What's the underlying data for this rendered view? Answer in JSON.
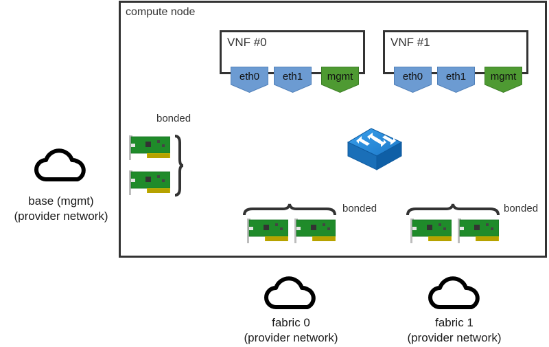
{
  "compute_node": {
    "label": "compute node"
  },
  "vnfs": [
    {
      "label": "VNF #0",
      "interfaces": [
        {
          "label": "eth0",
          "type": "data"
        },
        {
          "label": "eth1",
          "type": "data"
        },
        {
          "label": "mgmt",
          "type": "mgmt"
        }
      ]
    },
    {
      "label": "VNF #1",
      "interfaces": [
        {
          "label": "eth0",
          "type": "data"
        },
        {
          "label": "eth1",
          "type": "data"
        },
        {
          "label": "mgmt",
          "type": "mgmt"
        }
      ]
    }
  ],
  "bond_groups": [
    {
      "label": "bonded",
      "nic_count": 2,
      "orientation": "vertical"
    },
    {
      "label": "bonded",
      "nic_count": 2,
      "orientation": "horizontal"
    },
    {
      "label": "bonded",
      "nic_count": 2,
      "orientation": "horizontal"
    }
  ],
  "switch": {
    "icon": "network-switch-icon"
  },
  "clouds": [
    {
      "line1": "base (mgmt)",
      "line2": "(provider network)",
      "icon": "cloud-icon"
    },
    {
      "line1": "fabric 0",
      "line2": "(provider network)",
      "icon": "cloud-icon"
    },
    {
      "line1": "fabric 1",
      "line2": "(provider network)",
      "icon": "cloud-icon"
    }
  ],
  "colors": {
    "data_interface": "#6c9bd2",
    "data_interface_border": "#4f7fb8",
    "mgmt_interface": "#4e9a32",
    "mgmt_interface_border": "#3b7d24",
    "nic_board": "#1f8b2a",
    "nic_connector": "#c9b400",
    "switch": "#1a7fd0",
    "border": "#333333"
  }
}
